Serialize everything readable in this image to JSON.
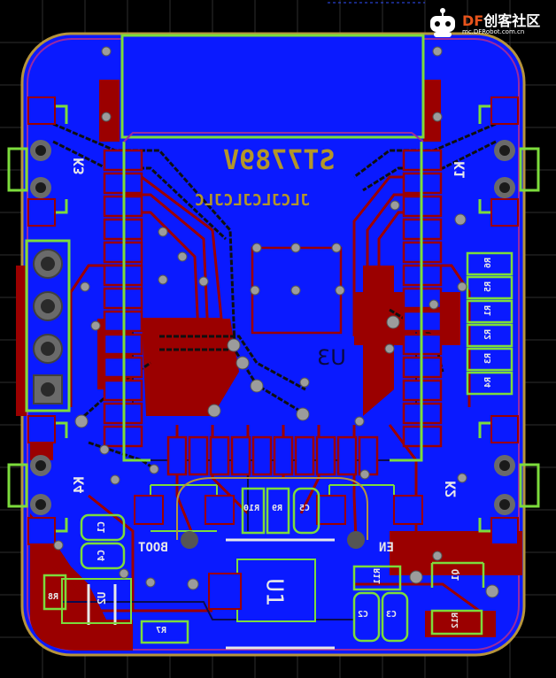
{
  "watermark": {
    "brand_prefix": "DF",
    "brand_suffix": "创客社区",
    "url": "mc.DFRobot.com.cn"
  },
  "silkscreen": {
    "chip_name": "ST7789V",
    "jlc_text": "JLCJLCJLCJLC",
    "u3": "U3",
    "boot": "BOOT",
    "en": "EN",
    "k1": "K1",
    "k2": "K2",
    "k3": "K3",
    "k4": "K4",
    "r10": "R10",
    "r9": "R9",
    "c5": "C5",
    "c1": "C1",
    "c4": "C4",
    "u2": "U2",
    "r8": "R8",
    "r7": "R7",
    "u1": "U1",
    "r11": "R11",
    "c2": "C2",
    "c3": "C3",
    "q1": "Q1",
    "r12": "R12",
    "r6": "R6",
    "r5": "R5",
    "r1": "R1",
    "r2": "R2",
    "r3": "R3",
    "r4": "R4"
  },
  "colors": {
    "board_background": "#000000",
    "top_copper": "#0a1aff",
    "bottom_copper": "#9b0000",
    "top_overlay": "#7cdc3c",
    "board_outline": "#b6943c",
    "keepout": "#9a2aa0",
    "via": "#a0a0a0",
    "grid": "#3c3c3c"
  }
}
